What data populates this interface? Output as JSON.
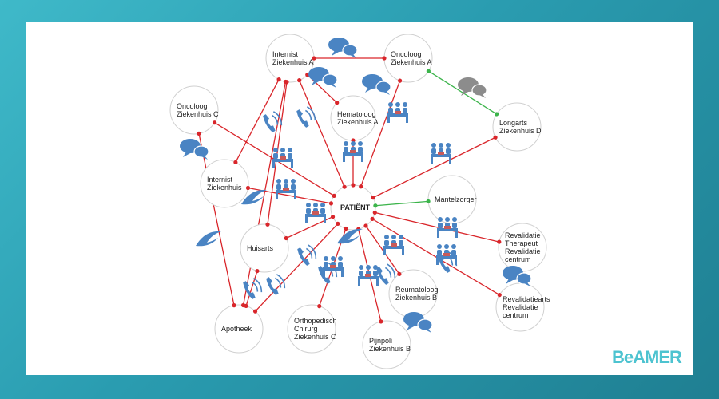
{
  "brand": {
    "logo_text": "BeAMER"
  },
  "colors": {
    "edge": "#d9262b",
    "dot": "#d9262b",
    "green": "#3cb44b",
    "icon": "#4a84c3",
    "grey": "#8c8c8c"
  },
  "nodes": [
    {
      "id": "internist-a",
      "lines": [
        "Internist",
        "Ziekenhuis A"
      ]
    },
    {
      "id": "oncoloog-a",
      "lines": [
        "Oncoloog",
        "Ziekenhuis A"
      ]
    },
    {
      "id": "oncoloog-c",
      "lines": [
        "Oncoloog",
        "Ziekenhuis C"
      ]
    },
    {
      "id": "hematoloog-a",
      "lines": [
        "Hematoloog",
        "Ziekenhuis A"
      ]
    },
    {
      "id": "longarts-d",
      "lines": [
        "Longarts",
        "Ziekenhuis D"
      ]
    },
    {
      "id": "internist-c",
      "lines": [
        "Internist",
        "Ziekenhuis"
      ]
    },
    {
      "id": "patient",
      "lines": [
        "PATIËNT"
      ]
    },
    {
      "id": "mantelzorger",
      "lines": [
        "Mantelzorger"
      ]
    },
    {
      "id": "huisarts",
      "lines": [
        "Huisarts"
      ]
    },
    {
      "id": "revalidatie-therapeut",
      "lines": [
        "Revalidatie",
        "Therapeut",
        "Revalidatie",
        "centrum"
      ]
    },
    {
      "id": "revalidatiearts",
      "lines": [
        "Revalidatiearts",
        "Revalidatie",
        "centrum"
      ]
    },
    {
      "id": "reumatoloog-b",
      "lines": [
        "Reumatoloog",
        "Ziekenhuis B"
      ]
    },
    {
      "id": "orthopedisch-c",
      "lines": [
        "Orthopedisch",
        "Chirurg",
        "Ziekenhuis C"
      ]
    },
    {
      "id": "pijnpoli-b",
      "lines": [
        "Pijnpoli",
        "Ziekenhuis B"
      ]
    },
    {
      "id": "apotheek",
      "lines": [
        "Apotheek"
      ]
    }
  ],
  "edges": [
    [
      "internist-a",
      "oncoloog-a",
      "red"
    ],
    [
      "oncoloog-a",
      "longarts-d",
      "green"
    ],
    [
      "patient",
      "mantelzorger",
      "green"
    ],
    [
      "internist-a",
      "patient",
      "red"
    ],
    [
      "oncoloog-a",
      "patient",
      "red"
    ],
    [
      "oncoloog-c",
      "patient",
      "red"
    ],
    [
      "hematoloog-a",
      "patient",
      "red"
    ],
    [
      "longarts-d",
      "patient",
      "red"
    ],
    [
      "internist-c",
      "patient",
      "red"
    ],
    [
      "huisarts",
      "patient",
      "red"
    ],
    [
      "patient",
      "revalidatie-therapeut",
      "red"
    ],
    [
      "patient",
      "revalidatiearts",
      "red"
    ],
    [
      "patient",
      "reumatoloog-b",
      "red"
    ],
    [
      "patient",
      "orthopedisch-c",
      "red"
    ],
    [
      "patient",
      "pijnpoli-b",
      "red"
    ],
    [
      "patient",
      "apotheek",
      "red"
    ],
    [
      "oncoloog-c",
      "apotheek",
      "red"
    ],
    [
      "internist-a",
      "apotheek",
      "red"
    ],
    [
      "internist-a",
      "huisarts",
      "red"
    ],
    [
      "internist-a",
      "internist-c",
      "red"
    ],
    [
      "huisarts",
      "apotheek",
      "red"
    ],
    [
      "internist-a",
      "hematoloog-a",
      "red"
    ]
  ],
  "icons": [
    {
      "type": "chat-blue"
    },
    {
      "type": "chat-blue"
    },
    {
      "type": "chat-blue"
    },
    {
      "type": "chat-blue"
    },
    {
      "type": "chat-blue"
    },
    {
      "type": "chat-blue"
    },
    {
      "type": "chat-grey"
    },
    {
      "type": "phone"
    },
    {
      "type": "phone"
    },
    {
      "type": "phone"
    },
    {
      "type": "phone"
    },
    {
      "type": "phone"
    },
    {
      "type": "phone"
    },
    {
      "type": "phone"
    },
    {
      "type": "phone"
    },
    {
      "type": "meeting"
    },
    {
      "type": "meeting"
    },
    {
      "type": "meeting"
    },
    {
      "type": "meeting"
    },
    {
      "type": "meeting"
    },
    {
      "type": "meeting"
    },
    {
      "type": "meeting"
    },
    {
      "type": "meeting"
    },
    {
      "type": "meeting"
    },
    {
      "type": "meeting"
    },
    {
      "type": "meeting"
    },
    {
      "type": "swoosh"
    },
    {
      "type": "swoosh"
    },
    {
      "type": "swoosh"
    }
  ]
}
